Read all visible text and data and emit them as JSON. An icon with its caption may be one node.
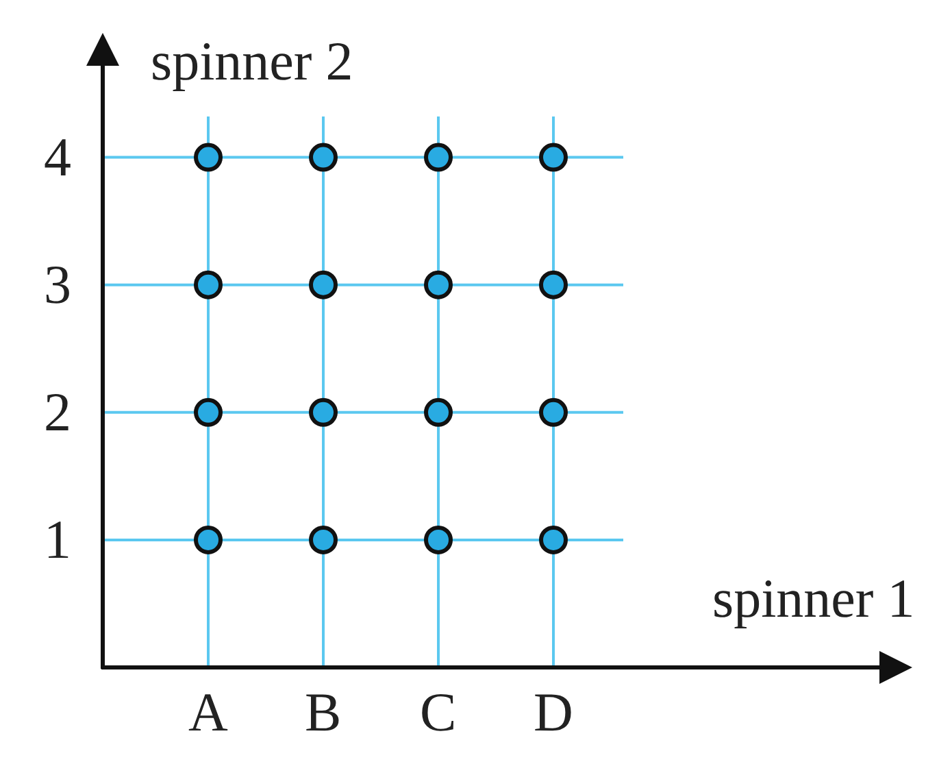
{
  "diagram": {
    "chart_data": {
      "type": "scatter",
      "xlabel": "spinner 1",
      "ylabel": "spinner 2",
      "categories": [
        "A",
        "B",
        "C",
        "D"
      ],
      "ylim": [
        0,
        4.75
      ],
      "grid": true,
      "yticks": [
        1,
        2,
        3,
        4
      ],
      "series": [
        {
          "color": "#29abe2",
          "values": [
            1,
            1,
            1,
            1
          ]
        },
        {
          "color": "#29abe2",
          "values": [
            2,
            2,
            2,
            2
          ]
        },
        {
          "color": "#29abe2",
          "values": [
            3,
            3,
            3,
            3
          ]
        },
        {
          "color": "#29abe2",
          "values": [
            4,
            4,
            4,
            4
          ]
        }
      ]
    }
  }
}
